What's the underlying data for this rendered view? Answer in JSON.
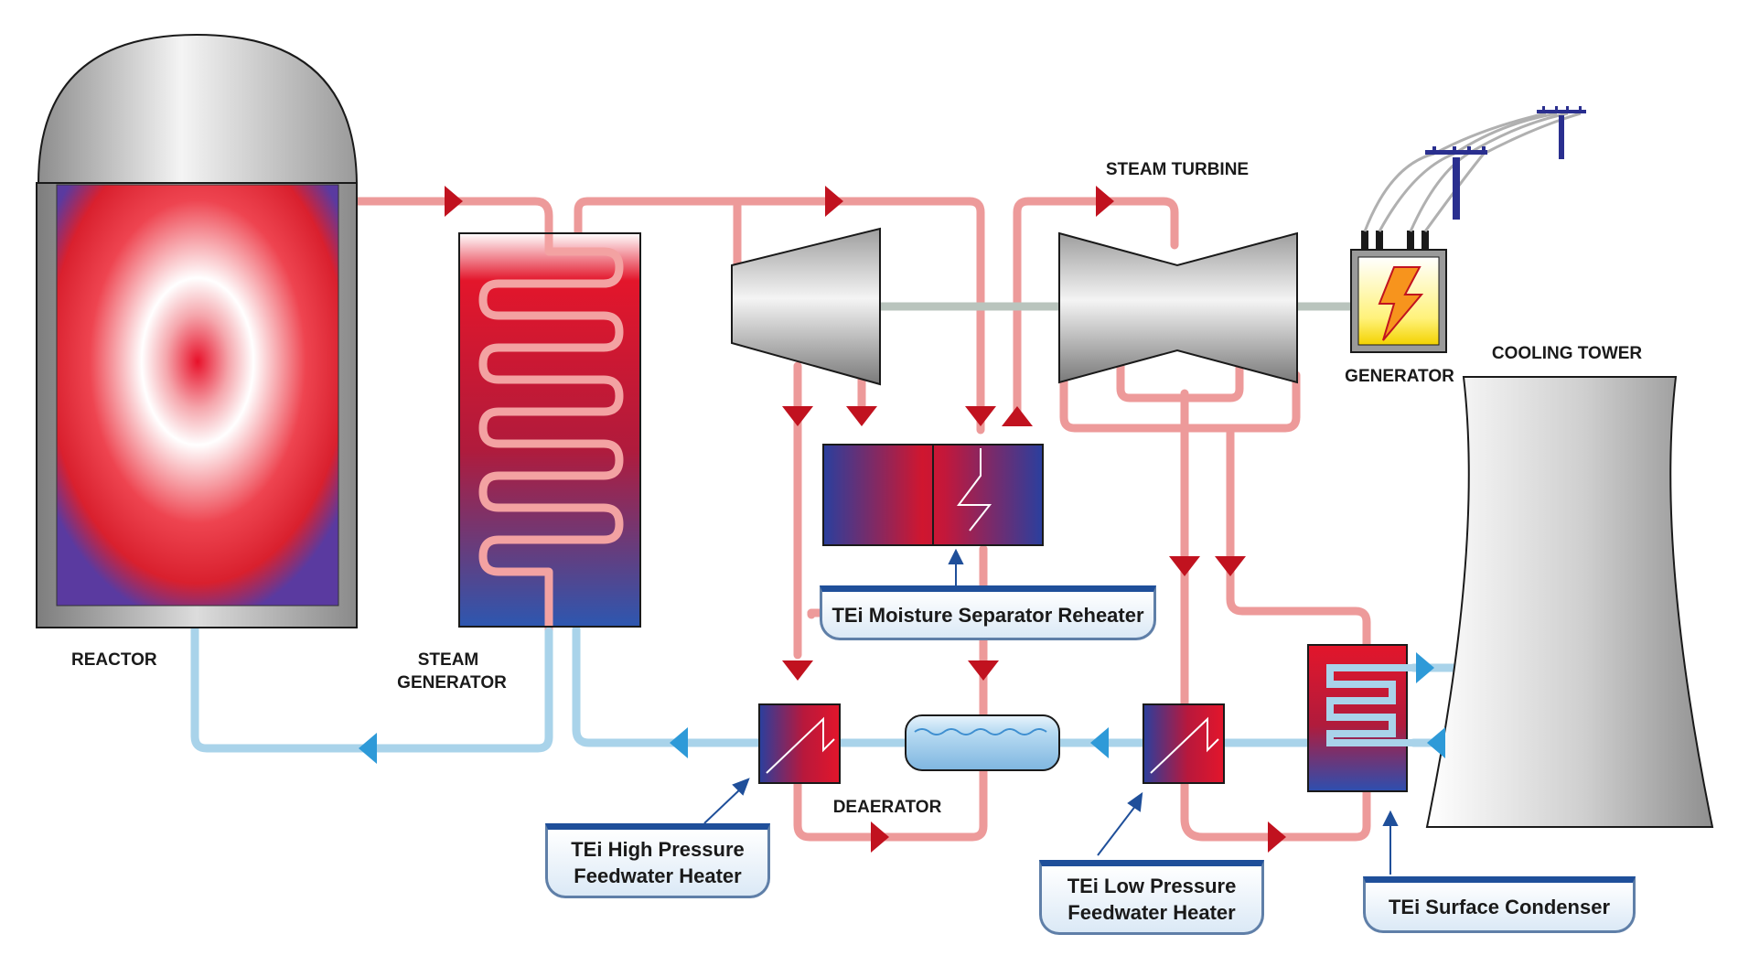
{
  "labels": {
    "reactor": "REACTOR",
    "steam_generator_line1": "STEAM",
    "steam_generator_line2": "GENERATOR",
    "steam_turbine": "STEAM TURBINE",
    "generator": "GENERATOR",
    "cooling_tower": "COOLING TOWER",
    "deaerator": "DEAERATOR"
  },
  "callouts": {
    "moisture_separator_reheater": "TEi Moisture Separator Reheater",
    "hp_heater_line1": "TEi High Pressure",
    "hp_heater_line2": "Feedwater Heater",
    "lp_heater_line1": "TEi Low Pressure",
    "lp_heater_line2": "Feedwater Heater",
    "surface_condenser": "TEi Surface Condenser"
  },
  "colors": {
    "steam_pipe": "#ed9a9a",
    "water_pipe": "#a9d3ea",
    "steam_arrow": "#c1121f",
    "water_arrow": "#2e9ad8",
    "callout_accent": "#1f4f9a"
  }
}
